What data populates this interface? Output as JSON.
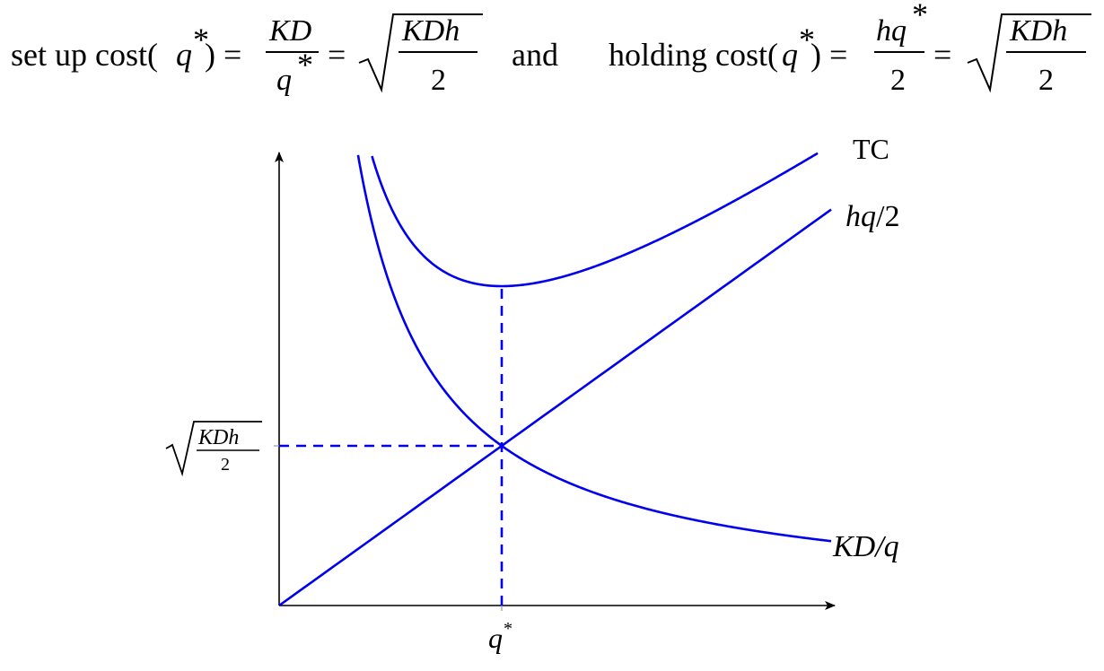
{
  "formula": {
    "setup_text": "set up cost(",
    "q_star": "q",
    "star": "*",
    "close_eq": ") =",
    "frac1_num": "KD",
    "frac1_den": "q",
    "eq": "=",
    "sqrt_num": "KDh",
    "sqrt_den": "2",
    "and_text": "and",
    "holding_text": "holding cost(",
    "frac2_num": "hq",
    "frac2_den": "2"
  },
  "chart_data": {
    "type": "line",
    "title": "",
    "xlabel": "",
    "ylabel": "",
    "xlim": [
      0,
      2.5
    ],
    "ylim": [
      0,
      2.8
    ],
    "params": {
      "KD": 1,
      "h": 2
    },
    "series": [
      {
        "name": "TC",
        "formula": "KD/q + hq/2",
        "color": "#0000ee"
      },
      {
        "name": "hq/2",
        "formula": "hq/2",
        "color": "#0000ee"
      },
      {
        "name": "KD/q",
        "formula": "KD/q",
        "color": "#0000ee"
      }
    ],
    "optimum": {
      "q": 1,
      "cost": 1
    },
    "x_tick_label": "q*",
    "y_tick_label": "√(KDh/2)",
    "guide_lines": "dashed",
    "grid": false,
    "series_labels": {
      "tc": "TC",
      "hq_main": "hq",
      "hq_rest": "/2",
      "kd_main": "KD",
      "kd_rest": "/q"
    }
  }
}
